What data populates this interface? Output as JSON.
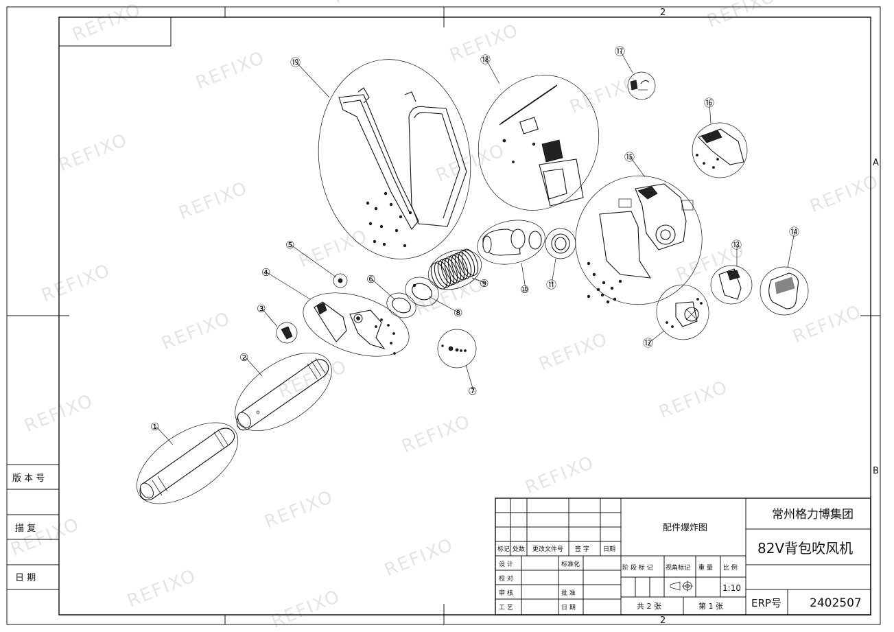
{
  "frame": {
    "zone_top": "2",
    "zone_bottom": "2",
    "zone_right_a": "A",
    "zone_right_b": "B"
  },
  "left_strip": {
    "version": "版 本 号",
    "trace": "描 复",
    "date": "日 期"
  },
  "watermark": "REFIXO",
  "callouts": [
    "①",
    "②",
    "③",
    "④",
    "⑤",
    "⑥",
    "⑦",
    "⑧",
    "⑨",
    "⑩",
    "⑪",
    "⑫",
    "⑬",
    "⑭",
    "⑮",
    "⑯",
    "⑰",
    "⑱",
    "⑲"
  ],
  "title_block": {
    "drawing_title": "配件爆炸图",
    "company": "常州格力博集团",
    "product": "82V背包吹风机",
    "erp_label": "ERP号",
    "erp_number": "2402507",
    "rev_headers": [
      "标记",
      "处数",
      "更改文件号",
      "签 字",
      "日期"
    ],
    "sign_rows": [
      "设 计",
      "校 对",
      "审 核",
      "工 艺"
    ],
    "sign_mid": [
      "标准化",
      "批 准",
      "日 期"
    ],
    "stage_headers": [
      "阶 段 标 记",
      "视角标记",
      "重 量",
      "比 例"
    ],
    "scale": "1:10",
    "sheets_total": "共 2 张",
    "sheet_no": "第 1 张"
  }
}
